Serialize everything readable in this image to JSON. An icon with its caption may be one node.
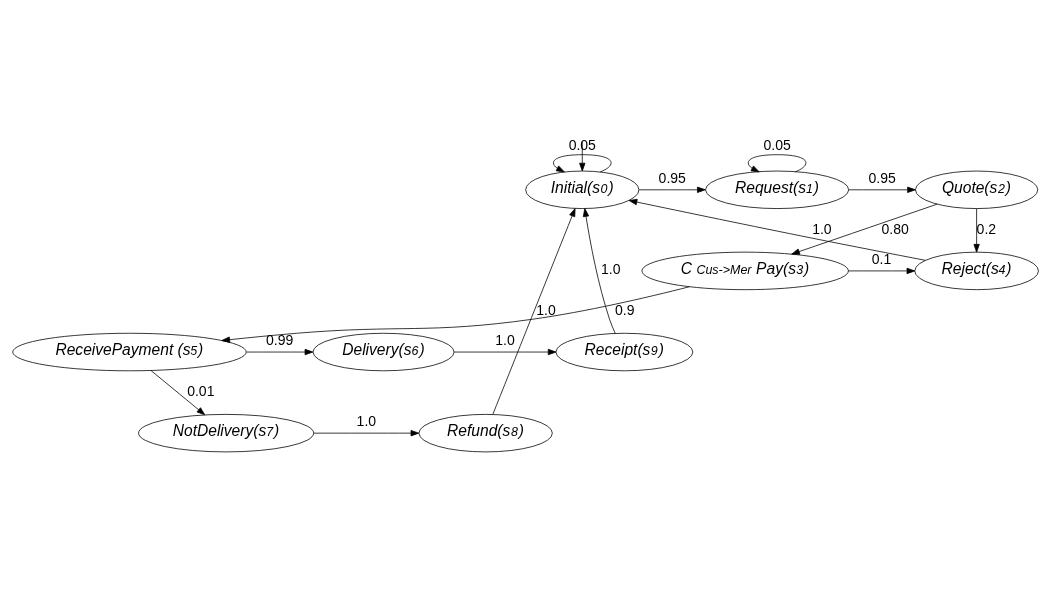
{
  "diagram": {
    "nodes": [
      {
        "text": [
          "Initial(s$_{0}$)"
        ]
      },
      {
        "text": [
          "Request(s$_{1}$)"
        ]
      },
      {
        "text": [
          "Quote(s$_{2}$)"
        ]
      },
      {
        "text": [
          "C $_{Cus->Mer}$ Pay(s$_{3}$)"
        ]
      },
      {
        "text": [
          "Reject(s$_{4}$)"
        ]
      },
      {
        "text": [
          "ReceivePayment (s$_{5}$)"
        ]
      },
      {
        "text": [
          "Delivery(s$_{6}$)"
        ]
      },
      {
        "text": [
          "NotDelivery(s$_{7}$)"
        ]
      },
      {
        "text": [
          "Refund(s$_{8}$)"
        ]
      },
      {
        "text": [
          "Receipt(s$_{9}$)"
        ]
      }
    ],
    "edges": [
      {
        "from": null,
        "to": 0,
        "arrow": "to"
      },
      {
        "from": 0,
        "to": 1,
        "arrow": "to",
        "label": "0.95"
      },
      {
        "from": 1,
        "to": 1,
        "arrow": "to",
        "label": "0.05"
      },
      {
        "from": 1,
        "to": 2,
        "arrow": "to",
        "label": "0.95"
      },
      {
        "from": 0,
        "to": 0,
        "arrow": "to",
        "label": "0.05"
      },
      {
        "from": 2,
        "to": 4,
        "arrow": "to",
        "label": "0.2"
      },
      {
        "from": 2,
        "to": 3,
        "arrow": "to",
        "label": "0.80"
      },
      {
        "from": 4,
        "to": 0,
        "arrow": "to",
        "label": "1.0"
      },
      {
        "from": 3,
        "to": 4,
        "arrow": "to",
        "label": "0.1"
      },
      {
        "from": 3,
        "to": 5,
        "arrow": "to",
        "label": "0.9"
      },
      {
        "from": 9,
        "to": 0,
        "arrow": "to",
        "label": "1.0"
      },
      {
        "from": 6,
        "to": 9,
        "arrow": "to",
        "label": "1.0"
      },
      {
        "from": 5,
        "to": 6,
        "arrow": "to",
        "label": "0.99"
      },
      {
        "from": 5,
        "to": 7,
        "arrow": "to",
        "label": "0.01"
      },
      {
        "from": 7,
        "to": 8,
        "arrow": "to",
        "label": "1.0"
      },
      {
        "from": 8,
        "to": 0,
        "arrow": "to",
        "label": "1.0"
      }
    ]
  }
}
